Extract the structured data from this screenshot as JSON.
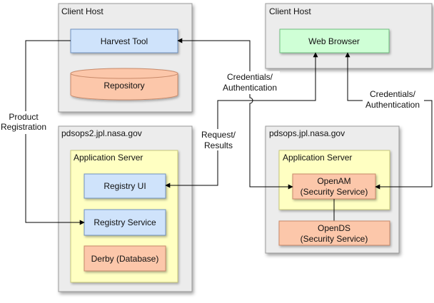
{
  "hosts": {
    "harvest_host": {
      "title": "Client Host"
    },
    "browser_host": {
      "title": "Client Host"
    },
    "registry_host": {
      "title": "pdsops2.jpl.nasa.gov",
      "app_server": "Application Server"
    },
    "security_host": {
      "title": "pdsops.jpl.nasa.gov",
      "app_server": "Application Server"
    }
  },
  "components": {
    "harvest_tool": "Harvest Tool",
    "repository": "Repository",
    "web_browser": "Web Browser",
    "registry_ui": "Registry UI",
    "registry_service": "Registry Service",
    "derby": "Derby (Database)",
    "openam_line1": "OpenAM",
    "openam_line2": "(Security Service)",
    "opends_line1": "OpenDS",
    "opends_line2": "(Security Service)"
  },
  "edges": {
    "product_registration_line1": "Product",
    "product_registration_line2": "Registration",
    "credentials_left_line1": "Credentials/",
    "credentials_left_line2": "Authentication",
    "credentials_right_line1": "Credentials/",
    "credentials_right_line2": "Authentication",
    "request_results_line1": "Request/",
    "request_results_line2": "Results"
  },
  "colors": {
    "host_fill": "#ececec",
    "app_server_fill": "#ffffc2",
    "blue_component": "#cfe3fb",
    "green_component": "#cfffd6",
    "orange_component": "#fcc7aa"
  }
}
